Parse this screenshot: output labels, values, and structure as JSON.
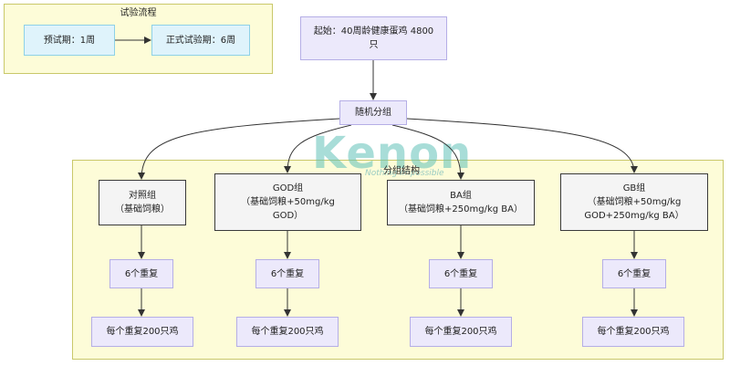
{
  "trial_process": {
    "title": "试验流程",
    "pre_trial": "预试期：1周",
    "formal_trial": "正式试验期：6周"
  },
  "start": "起始：40周龄健康蛋鸡 4800\n只",
  "randomize": "随机分组",
  "group_structure": {
    "title": "分组结构",
    "groups": [
      {
        "name": "对照组\n（基础饲粮）",
        "replicates": "6个重复",
        "per_replicate": "每个重复200只鸡"
      },
      {
        "name": "GOD组\n（基础饲粮+50mg/kg\nGOD）",
        "replicates": "6个重复",
        "per_replicate": "每个重复200只鸡"
      },
      {
        "name": "BA组\n（基础饲粮+250mg/kg BA）",
        "replicates": "6个重复",
        "per_replicate": "每个重复200只鸡"
      },
      {
        "name": "GB组\n（基础饲粮+50mg/kg\nGOD+250mg/kg BA）",
        "replicates": "6个重复",
        "per_replicate": "每个重复200只鸡"
      }
    ]
  },
  "watermark": {
    "brand": "Kenon",
    "tagline": "Nothing Impossible"
  }
}
